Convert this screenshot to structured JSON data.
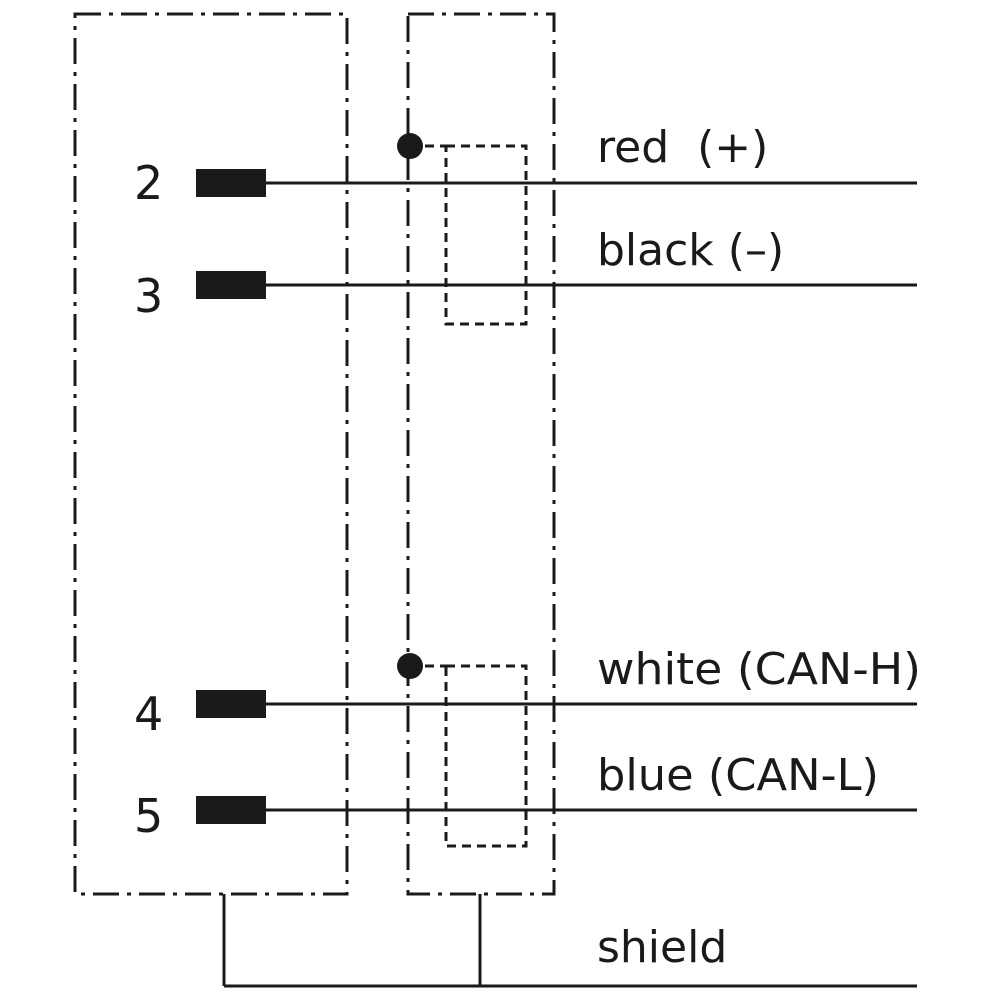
{
  "pins": [
    {
      "number": "2",
      "wire": "red  (+)"
    },
    {
      "number": "3",
      "wire": "black (–)"
    },
    {
      "number": "4",
      "wire": "white (CAN-H)"
    },
    {
      "number": "5",
      "wire": "blue (CAN-L)"
    }
  ],
  "shield": {
    "label": "shield"
  },
  "colors": {
    "line": "#1a1a1a",
    "background": "#ffffff"
  }
}
